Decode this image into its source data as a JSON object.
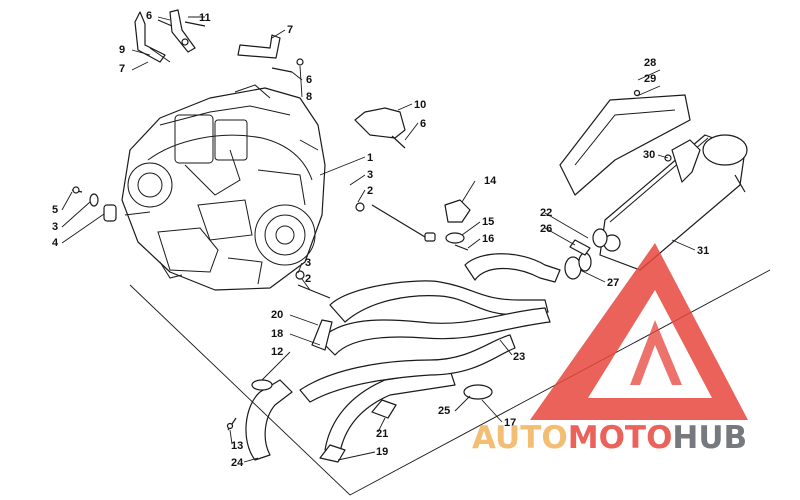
{
  "callouts": [
    {
      "id": "c6a",
      "text": "6"
    },
    {
      "id": "c11",
      "text": "11"
    },
    {
      "id": "c9",
      "text": "9"
    },
    {
      "id": "c7a",
      "text": "7"
    },
    {
      "id": "c7b",
      "text": "7"
    },
    {
      "id": "c6b",
      "text": "6"
    },
    {
      "id": "c8",
      "text": "8"
    },
    {
      "id": "c10",
      "text": "10"
    },
    {
      "id": "c6c",
      "text": "6"
    },
    {
      "id": "c1",
      "text": "1"
    },
    {
      "id": "c3a",
      "text": "3"
    },
    {
      "id": "c2a",
      "text": "2"
    },
    {
      "id": "c5",
      "text": "5"
    },
    {
      "id": "c3b",
      "text": "3"
    },
    {
      "id": "c4",
      "text": "4"
    },
    {
      "id": "c3c",
      "text": "3"
    },
    {
      "id": "c2b",
      "text": "2"
    },
    {
      "id": "c14",
      "text": "14"
    },
    {
      "id": "c15",
      "text": "15"
    },
    {
      "id": "c16",
      "text": "16"
    },
    {
      "id": "c22",
      "text": "22"
    },
    {
      "id": "c26",
      "text": "26"
    },
    {
      "id": "c28",
      "text": "28"
    },
    {
      "id": "c29",
      "text": "29"
    },
    {
      "id": "c30",
      "text": "30"
    },
    {
      "id": "c31",
      "text": "31"
    },
    {
      "id": "c27",
      "text": "27"
    },
    {
      "id": "c20",
      "text": "20"
    },
    {
      "id": "c18",
      "text": "18"
    },
    {
      "id": "c12",
      "text": "12"
    },
    {
      "id": "c23",
      "text": "23"
    },
    {
      "id": "c25",
      "text": "25"
    },
    {
      "id": "c17",
      "text": "17"
    },
    {
      "id": "c21",
      "text": "21"
    },
    {
      "id": "c19",
      "text": "19"
    },
    {
      "id": "c13",
      "text": "13"
    },
    {
      "id": "c24",
      "text": "24"
    }
  ],
  "watermark": {
    "part1": "AUTO",
    "part2": "MOTO",
    "part3": "HUB",
    "colors": {
      "triangle": "#e8473f",
      "auto": "#f2b35b",
      "moto": "#e8473f",
      "hub": "#5f6368"
    }
  }
}
